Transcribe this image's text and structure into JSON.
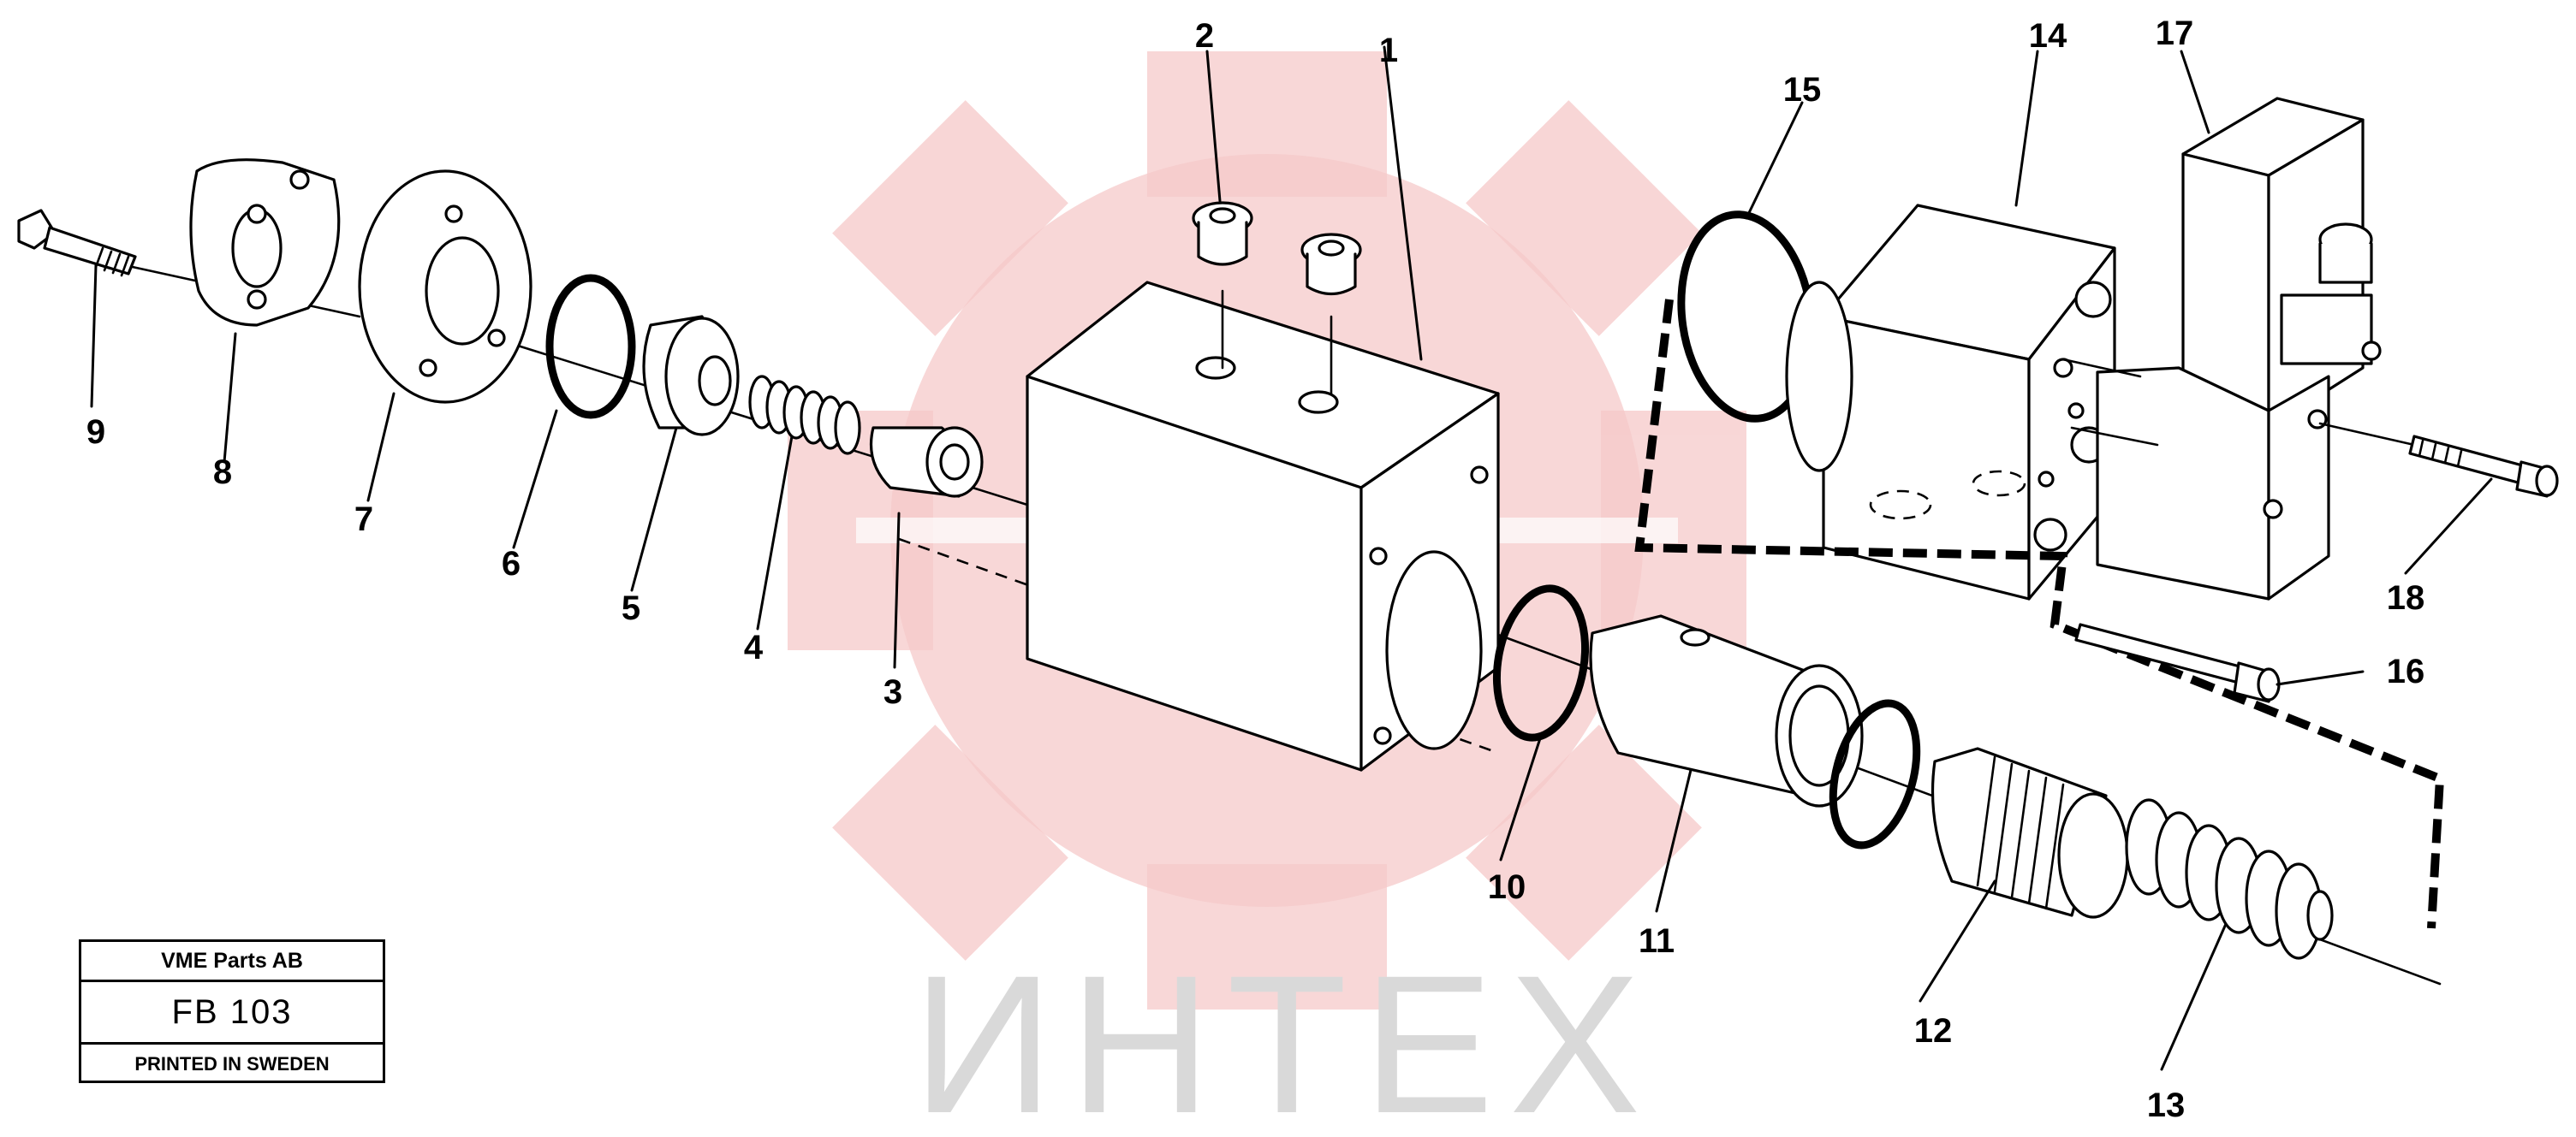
{
  "callouts": {
    "c1": "1",
    "c2": "2",
    "c3": "3",
    "c4": "4",
    "c5": "5",
    "c6": "6",
    "c7": "7",
    "c8": "8",
    "c9": "9",
    "c10": "10",
    "c11": "11",
    "c12": "12",
    "c13": "13",
    "c14": "14",
    "c15": "15",
    "c16": "16",
    "c17": "17",
    "c18": "18"
  },
  "stamp": {
    "company": "VME Parts AB",
    "code": "FB 103",
    "printed": "PRINTED IN SWEDEN"
  },
  "watermark": {
    "text": "ИНТЕХ",
    "gear_color": "#f6c9c9",
    "text_color": "#d9d9d9"
  }
}
